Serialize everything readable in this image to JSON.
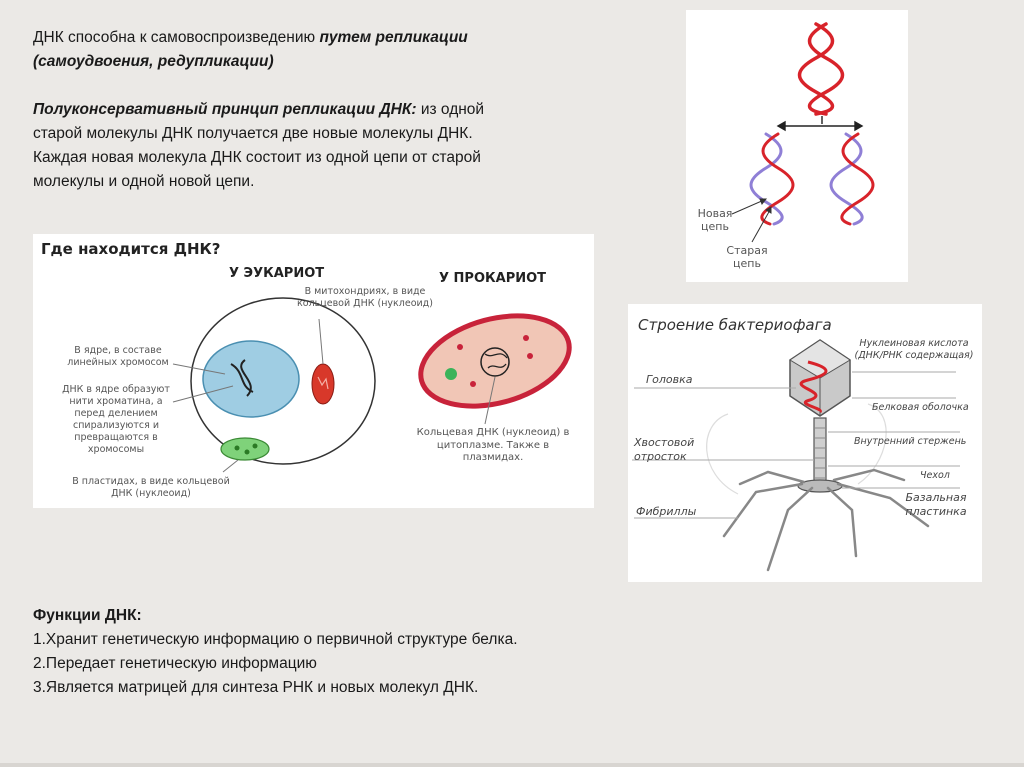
{
  "intro": {
    "line1_plain": "ДНК способна к самовоспроизведению",
    "line1_emph": "путем репликации (самоудвоения, редупликации)",
    "para2_emph": "Полуконсервативный принцип репликации ДНК:",
    "para2_text": "из одной старой молекулы ДНК получается две новые молекулы ДНК. Каждая новая молекула ДНК состоит из одной цепи от старой молекулы и одной новой цепи."
  },
  "replication_figure": {
    "new_strand_label": "Новая цепь",
    "old_strand_label": "Старая цепь"
  },
  "dna_location_figure": {
    "title": "Где находится ДНК?",
    "eukaryote_title": "У ЭУКАРИОТ",
    "prokaryote_title": "У ПРОКАРИОТ",
    "mito_label": "В митохондриях, в виде кольцевой ДНК (нуклеоид)",
    "nucleus_label": "В ядре, в составе линейных хромосом",
    "chromatin_label": "ДНК в ядре образуют нити хроматина, а перед делением спирализуются и превращаются в хромосомы",
    "plastid_label": "В пластидах, в виде кольцевой ДНК (нуклеоид)",
    "ring_dna_label": "Кольцевая ДНК (нуклеоид) в цитоплазме. Также в плазмидах."
  },
  "phage_figure": {
    "title": "Строение бактериофага",
    "head": "Головка",
    "nucleic_acid": "Нуклеиновая кислота (ДНК/РНК содержащая)",
    "protein_coat": "Белковая оболочка",
    "inner_core": "Внутренний стержень",
    "tail": "Хвостовой отросток",
    "sheath": "Чехол",
    "base_plate": "Базальная пластинка",
    "fibrils": "Фибриллы"
  },
  "functions": {
    "heading": "Функции ДНК:",
    "items": [
      "1.Хранит генетическую информацию о первичной структуре белка.",
      "2.Передает генетическую информацию",
      "3.Является матрицей для синтеза РНК и новых молекул ДНК."
    ]
  },
  "colors": {
    "background": "#ebe9e6",
    "dna_red": "#d8232a",
    "dna_purple": "#8f7fd6",
    "nucleus_blue": "#9fcde3",
    "plastid_green": "#7fd27a",
    "bacteria_pink": "#f1c6b6",
    "bacteria_border": "#c8233a"
  }
}
